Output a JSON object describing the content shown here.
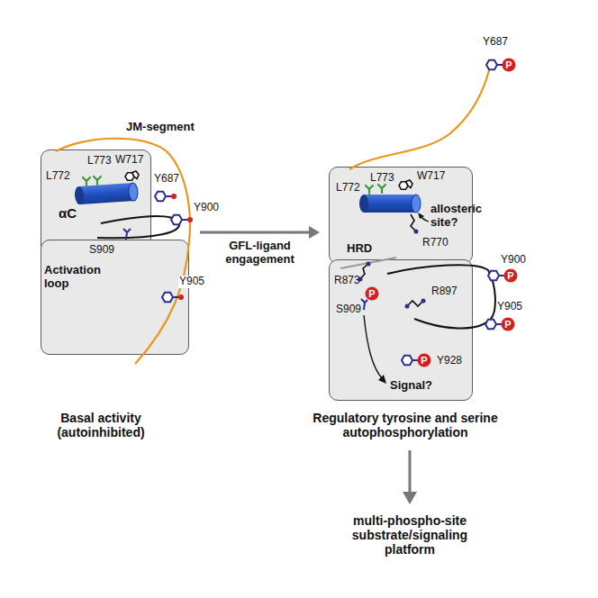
{
  "diagram": {
    "nodes": [
      {
        "text": [
          "αC",
          "L773",
          "L772"
        ]
      },
      {
        "text": [
          "Activation loop",
          "S909"
        ]
      },
      {
        "text": [
          "L773",
          "L772",
          "W717",
          "R770",
          "HRD"
        ]
      },
      {
        "text": [
          "R873",
          "R897",
          "S909",
          "Y928",
          "Signal?"
        ]
      }
    ],
    "edges": [
      {
        "from": 0,
        "to": 2,
        "arrow": "to",
        "label": "GFL-ligand engagement"
      }
    ],
    "labels": [
      "JM-segment",
      "W717",
      "Y687",
      "Y900",
      "Y905",
      "Basal activity (autoinhibited)",
      "Y687",
      "P",
      "allosteric site?",
      "Y900",
      "P",
      "Y905",
      "P",
      "P",
      "P",
      "Regulatory tyrosine and serine autophosphorylation",
      "multi-phospho-site substrate/signaling platform"
    ]
  }
}
